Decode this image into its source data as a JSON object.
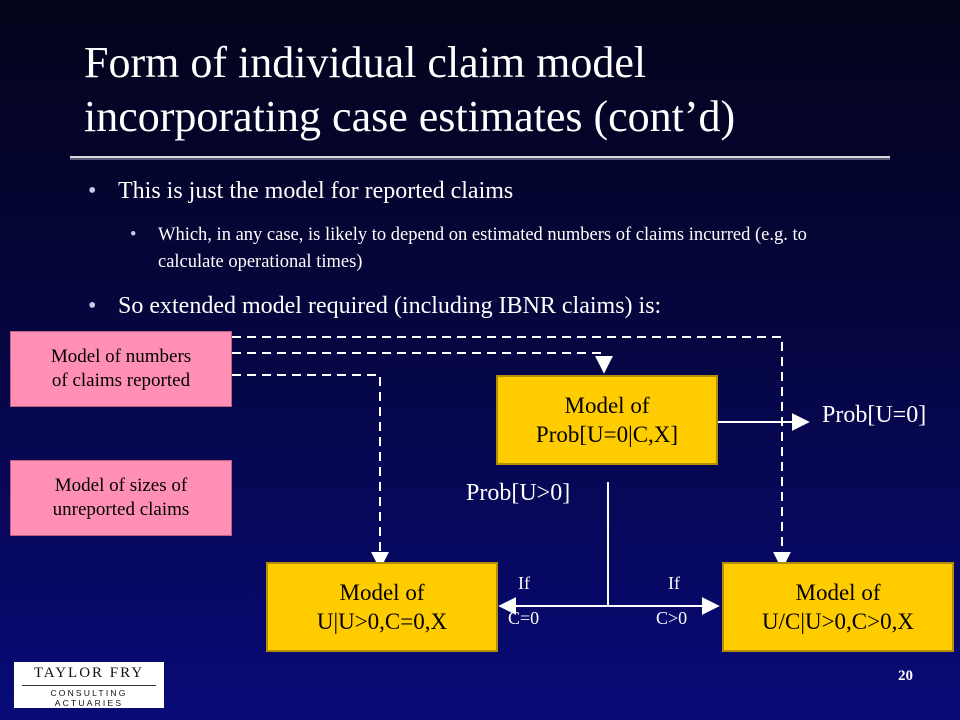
{
  "title": {
    "line1": "Form of individual claim model",
    "line2": "incorporating case estimates (cont’d)"
  },
  "bullets": [
    {
      "marker": "•",
      "text": "This is just the model for reported claims"
    },
    {
      "marker": "•",
      "text": "Which, in any case, is likely to depend on estimated numbers of claims incurred (e.g. to calculate operational times)"
    },
    {
      "marker": "•",
      "text": "So extended model required (including IBNR claims) is:"
    }
  ],
  "diagram": {
    "numbers_box": {
      "line1": "Model of numbers",
      "line2": "of claims reported"
    },
    "sizes_box": {
      "line1": "Model of sizes of",
      "line2": "unreported claims"
    },
    "prob_box": {
      "line1": "Model of",
      "line2": "Prob[U=0|C,X]"
    },
    "left_box": {
      "line1": "Model of",
      "line2": "U|U>0,C=0,X"
    },
    "right_box": {
      "line1": "Model of",
      "line2": "U/C|U>0,C>0,X"
    },
    "prob_u0_label": "Prob[U=0]",
    "prob_ugt0_label": "Prob[U>0]",
    "if_left": "If",
    "c_left": "C=0",
    "if_right": "If",
    "c_right": "C>0"
  },
  "logo": {
    "top": "TAYLOR FRY",
    "bottom": "CONSULTING ACTUARIES"
  },
  "page_number": "20",
  "colors": {
    "background": "#06074a",
    "pink_box": "#ff8fb4",
    "gold_box": "#ffcc00",
    "text": "#ffffff"
  }
}
